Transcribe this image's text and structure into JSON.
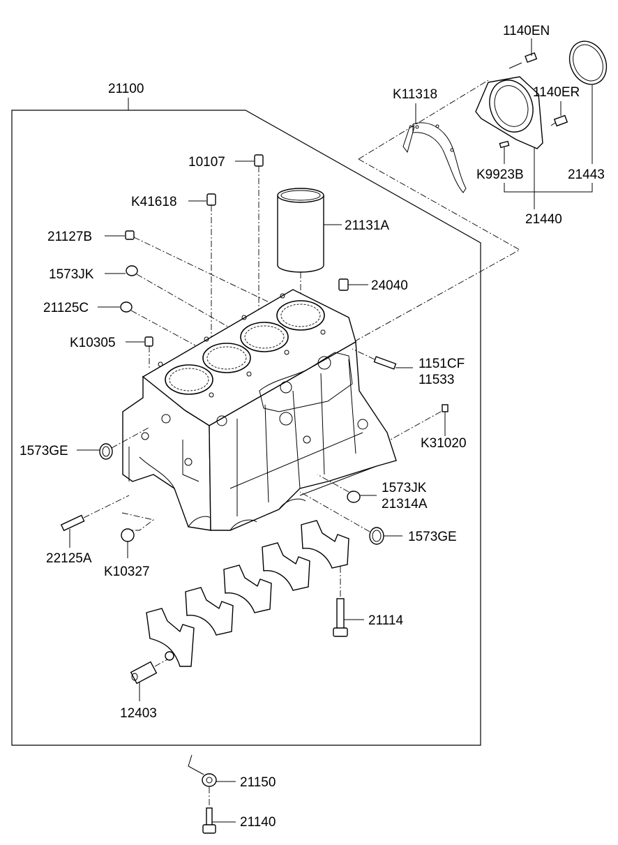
{
  "diagram": {
    "main_assembly": "21100",
    "labels": {
      "p1140EN": "1140EN",
      "pK11318": "K11318",
      "p1140ER": "1140ER",
      "pK9923B": "K9923B",
      "p21443": "21443",
      "p21440": "21440",
      "p10107": "10107",
      "pK41618": "K41618",
      "p21131A": "21131A",
      "p21127B": "21127B",
      "p1573JK_top": "1573JK",
      "p24040": "24040",
      "p21125C": "21125C",
      "pK10305": "K10305",
      "p1151CF": "1151CF",
      "p11533": "11533",
      "pK31020": "K31020",
      "p1573GE_left": "1573GE",
      "p1573JK_right": "1573JK",
      "p21314A": "21314A",
      "p1573GE_right": "1573GE",
      "p22125A": "22125A",
      "pK10327": "K10327",
      "p21114": "21114",
      "p12403": "12403",
      "p21150": "21150",
      "p21140": "21140"
    }
  }
}
